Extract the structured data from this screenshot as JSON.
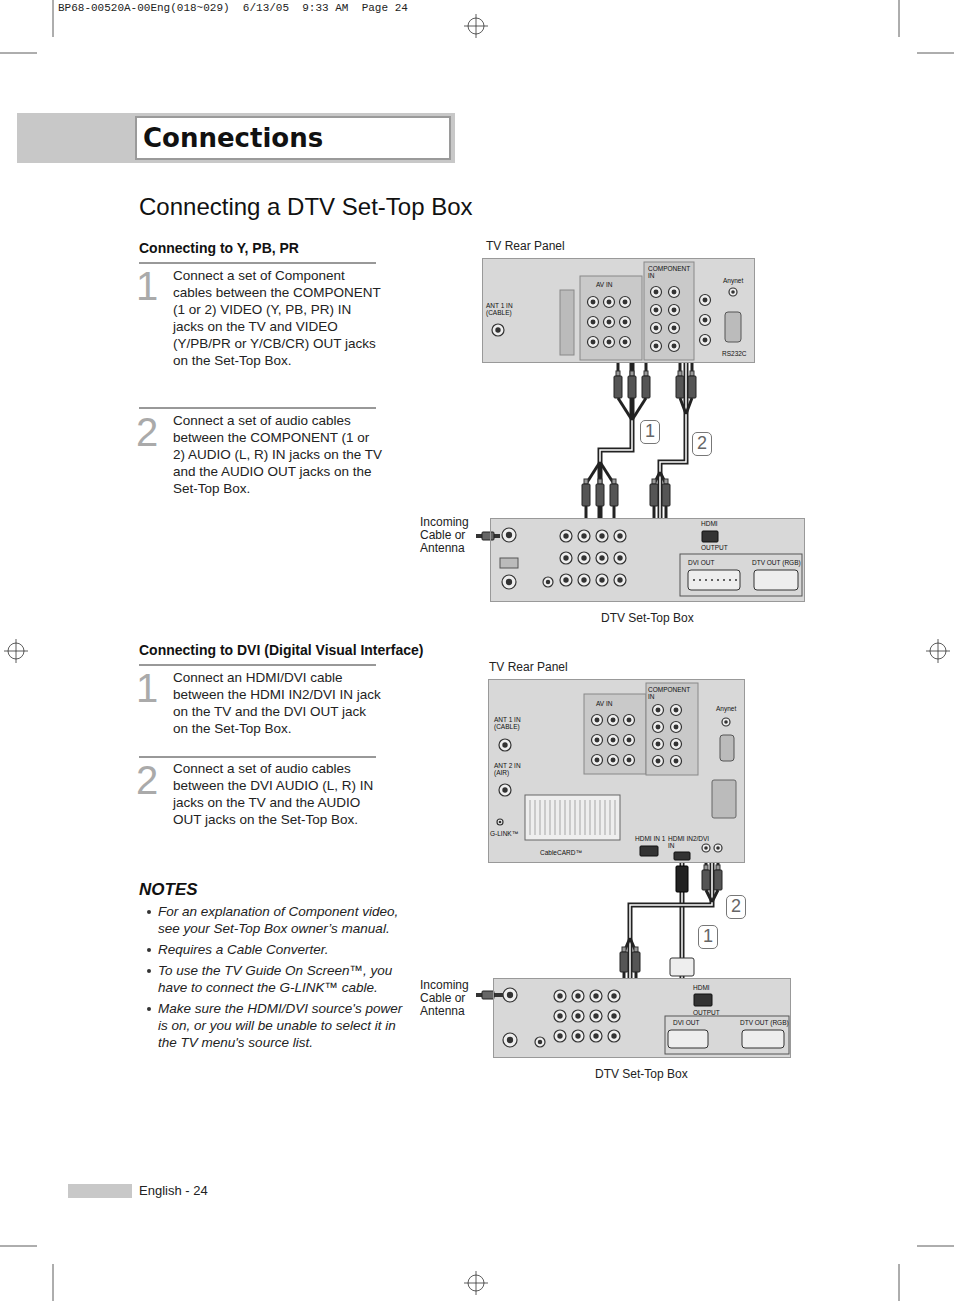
{
  "diagram": {
    "title": "Connecting a DTV Set-Top Box",
    "nodes": [
      {
        "text": [
          "Connections"
        ]
      },
      {
        "text": [
          "TV Rear Panel"
        ]
      },
      {
        "text": [
          "DTV Set-Top Box"
        ]
      },
      {
        "text": [
          "TV Rear Panel"
        ]
      },
      {
        "text": [
          "DTV Set-Top Box"
        ]
      }
    ],
    "edges": [
      {
        "from": 1,
        "to": 2,
        "label": "1",
        "arrow": "none"
      },
      {
        "from": 1,
        "to": 2,
        "label": "2",
        "arrow": "none"
      },
      {
        "from": 3,
        "to": 4,
        "label": "1",
        "arrow": "none"
      },
      {
        "from": 3,
        "to": 4,
        "label": "2",
        "arrow": "none"
      }
    ],
    "labels": [
      "BP68-00520A-00Eng(018~029)  6/13/05  9:33 AM  Page 24",
      "Connecting to Y, PB, PR",
      "1",
      "Connect a set of Component cables between the COMPONENT (1 or 2) VIDEO (Y, PB, PR) IN jacks on the TV and VIDEO (Y/PB/PR or Y/CB/CR) OUT jacks on the Set-Top Box.",
      "2",
      "Connect a set of audio cables between the COMPONENT (1 or 2) AUDIO (L, R) IN jacks on the TV and the AUDIO OUT jacks on the Set-Top Box.",
      "Connecting to DVI (Digital Visual Interface)",
      "1",
      "Connect an HDMI/DVI cable between the HDMI IN2/DVI IN jack on the TV and the DVI OUT jack on the Set-Top Box.",
      "2",
      "Connect a set of audio cables between the DVI AUDIO (L, R) IN jacks on the TV and the AUDIO OUT jacks on the Set-Top Box.",
      "NOTES",
      "For an explanation of Component video, see your Set-Top Box owner’s manual.",
      "Requires a Cable Converter.",
      "To use the TV Guide On Screen™, you have to connect the G-LINK™ cable.",
      "Make sure the HDMI/DVI source's power is on, or you will be unable to select it in the TV menu's source list.",
      "English - 24",
      "Incoming Cable or Antenna",
      "Incoming Cable or Antenna",
      "ANT 1 IN (CABLE)",
      "AV IN",
      "COMPONENT IN",
      "Anynet",
      "RS232C",
      "HDMI",
      "OUTPUT",
      "DVI OUT",
      "DTV OUT (RGB)",
      "ANT 1 IN (CABLE)",
      "ANT 2 IN (AIR)",
      "AV IN",
      "COMPONENT IN",
      "Anynet",
      "G-LINK™",
      "CableCARD™",
      "HDMI IN 1",
      "HDMI IN2/DVI IN",
      "HDMI",
      "OUTPUT",
      "DVI OUT",
      "DTV OUT (RGB)"
    ]
  }
}
